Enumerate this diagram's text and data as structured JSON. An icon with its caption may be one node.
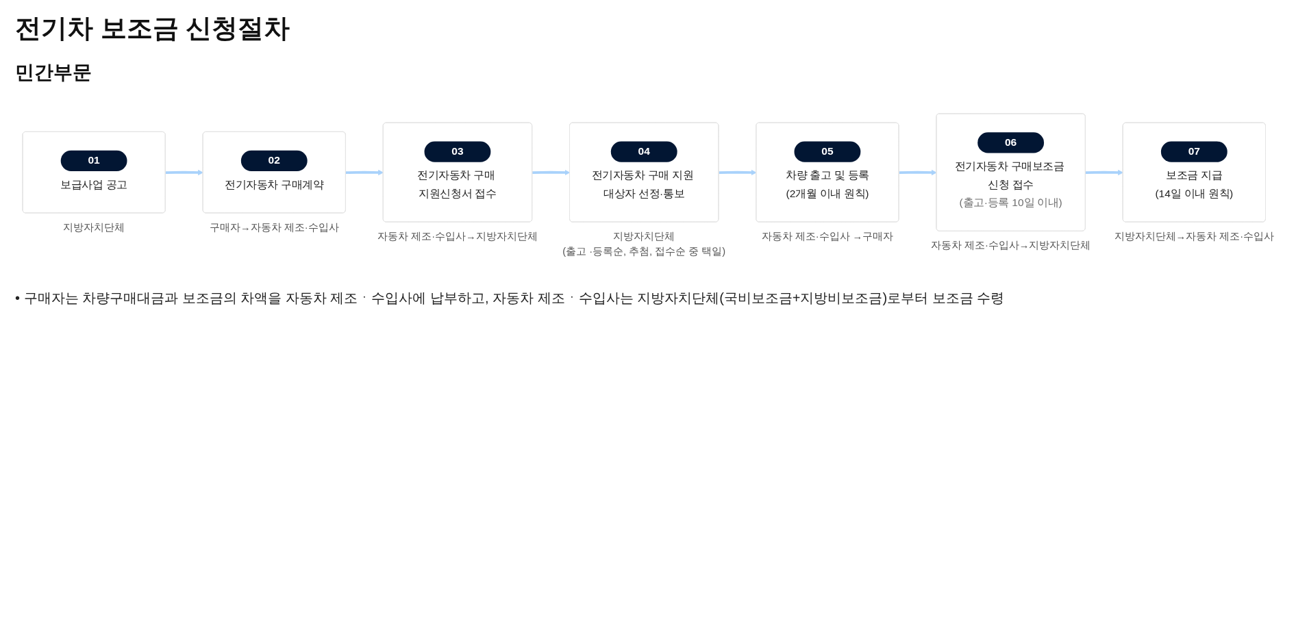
{
  "diagram": {
    "title": "전기차 보조금 신청절차",
    "nodes": [
      {
        "text": [
          "01",
          "보급사업 공고"
        ],
        "beside": [
          "지방자치단체"
        ]
      },
      {
        "text": [
          "02",
          "전기자동차 구매계약"
        ],
        "beside": [
          "구매자→자동차 제조·수입사"
        ]
      },
      {
        "text": [
          "03",
          "전기자동차 구매 지원신청서 접수"
        ],
        "beside": [
          "자동차 제조·수입사→지방자치단체"
        ]
      },
      {
        "text": [
          "04",
          "전기자동차 구매 지원 대상자 선정·통보"
        ],
        "beside": [
          "지방자치단체",
          "(출고 ·등록순, 추첨, 접수순 중 택일)"
        ]
      },
      {
        "text": [
          "05",
          "차량 출고 및 등록",
          "(2개월 이내 원칙)"
        ],
        "beside": [
          "자동차 제조·수입사 →구매자"
        ]
      },
      {
        "text": [
          "06",
          "전기자동차 구매보조금 신청 접수",
          "(출고·등록 10일 이내)"
        ],
        "beside": [
          "자동차 제조·수입사→지방자치단체"
        ]
      },
      {
        "text": [
          "07",
          "보조금 지급",
          "(14일 이내 원칙)"
        ],
        "beside": [
          "지방자치단체→자동차 제조·수입사"
        ]
      }
    ],
    "edges": [
      {
        "from": 0,
        "to": 1,
        "arrow": "to"
      },
      {
        "from": 1,
        "to": 2,
        "arrow": "to"
      },
      {
        "from": 2,
        "to": 3,
        "arrow": "to"
      },
      {
        "from": 3,
        "to": 4,
        "arrow": "to"
      },
      {
        "from": 4,
        "to": 5,
        "arrow": "to"
      },
      {
        "from": 5,
        "to": 6,
        "arrow": "to"
      }
    ],
    "labels": [
      "민간부문",
      "• 구매자는 차량구매대금과 보조금의 차액을 자동차 제조ㆍ수입사에 납부하고, 자동차 제조ㆍ수입사는 지방자치단체(국비보조금+지방비보조금)로부터 보조금 수령"
    ]
  }
}
